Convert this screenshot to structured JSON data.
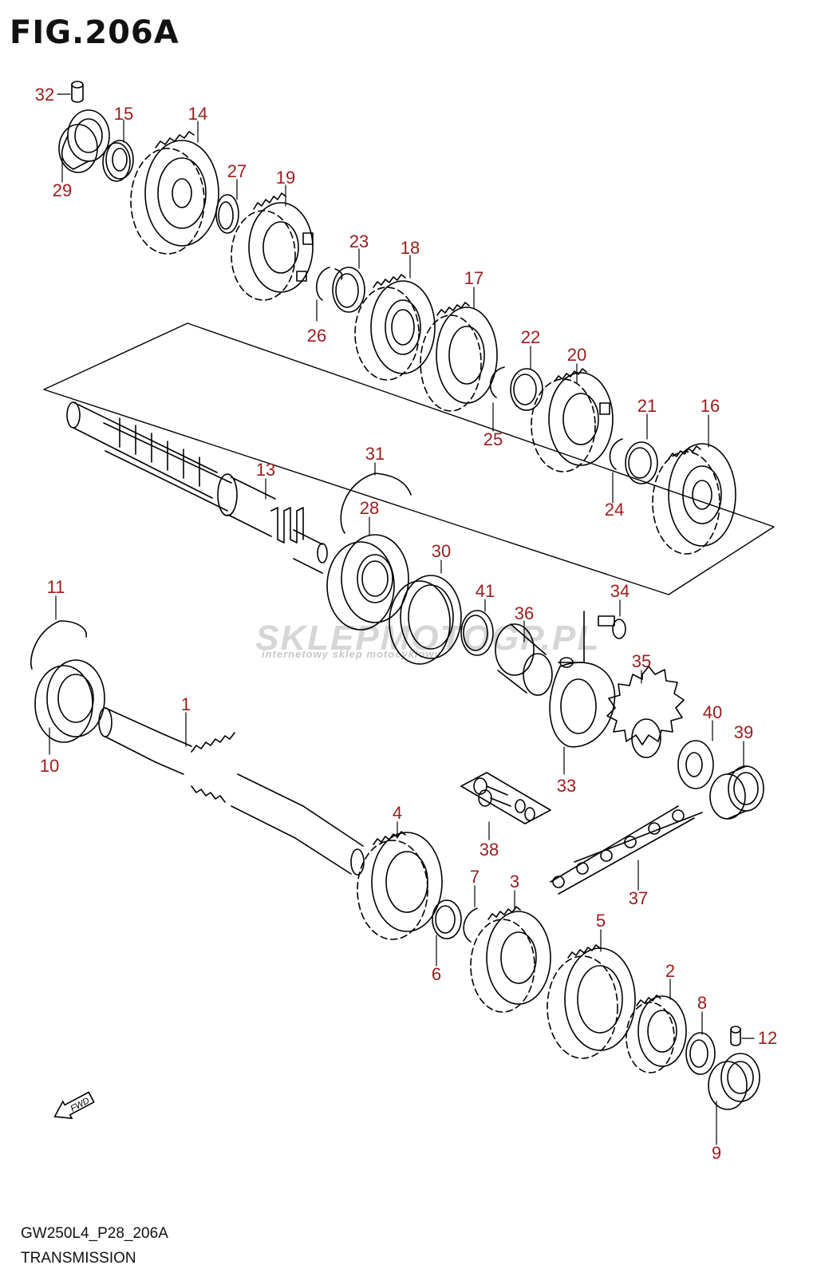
{
  "title": "FIG.206A",
  "footer": {
    "code": "GW250L4_P28_206A",
    "caption": "TRANSMISSION"
  },
  "watermark": {
    "brand": "SKLEPMOTOGP.PL",
    "tagline": "internetowy sklep motocyklowy"
  },
  "fwd_label": "FWD",
  "colors": {
    "callout": "#9b1c1c",
    "line": "#000000"
  },
  "callouts": [
    "1",
    "2",
    "3",
    "4",
    "5",
    "6",
    "7",
    "8",
    "9",
    "10",
    "11",
    "12",
    "13",
    "14",
    "15",
    "16",
    "17",
    "18",
    "19",
    "20",
    "21",
    "22",
    "23",
    "24",
    "25",
    "26",
    "27",
    "28",
    "29",
    "30",
    "31",
    "32",
    "33",
    "34",
    "35",
    "36",
    "37",
    "38",
    "39",
    "40",
    "41"
  ]
}
